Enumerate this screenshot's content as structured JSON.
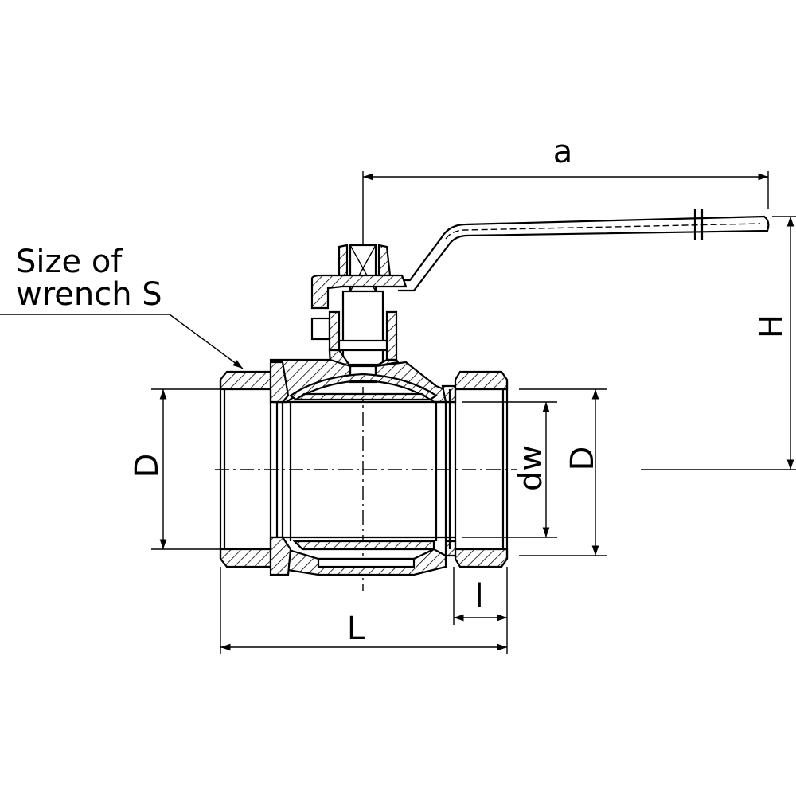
{
  "title": "Ball valve dimension drawing",
  "labels": {
    "handle_length": "a",
    "height": "H",
    "thread_diameter_left": "D",
    "thread_diameter_right": "D",
    "bore_diameter": "dw",
    "overall_length": "L",
    "thread_length": "l",
    "wrench_line1": "Size of",
    "wrench_line2": "wrench S"
  }
}
